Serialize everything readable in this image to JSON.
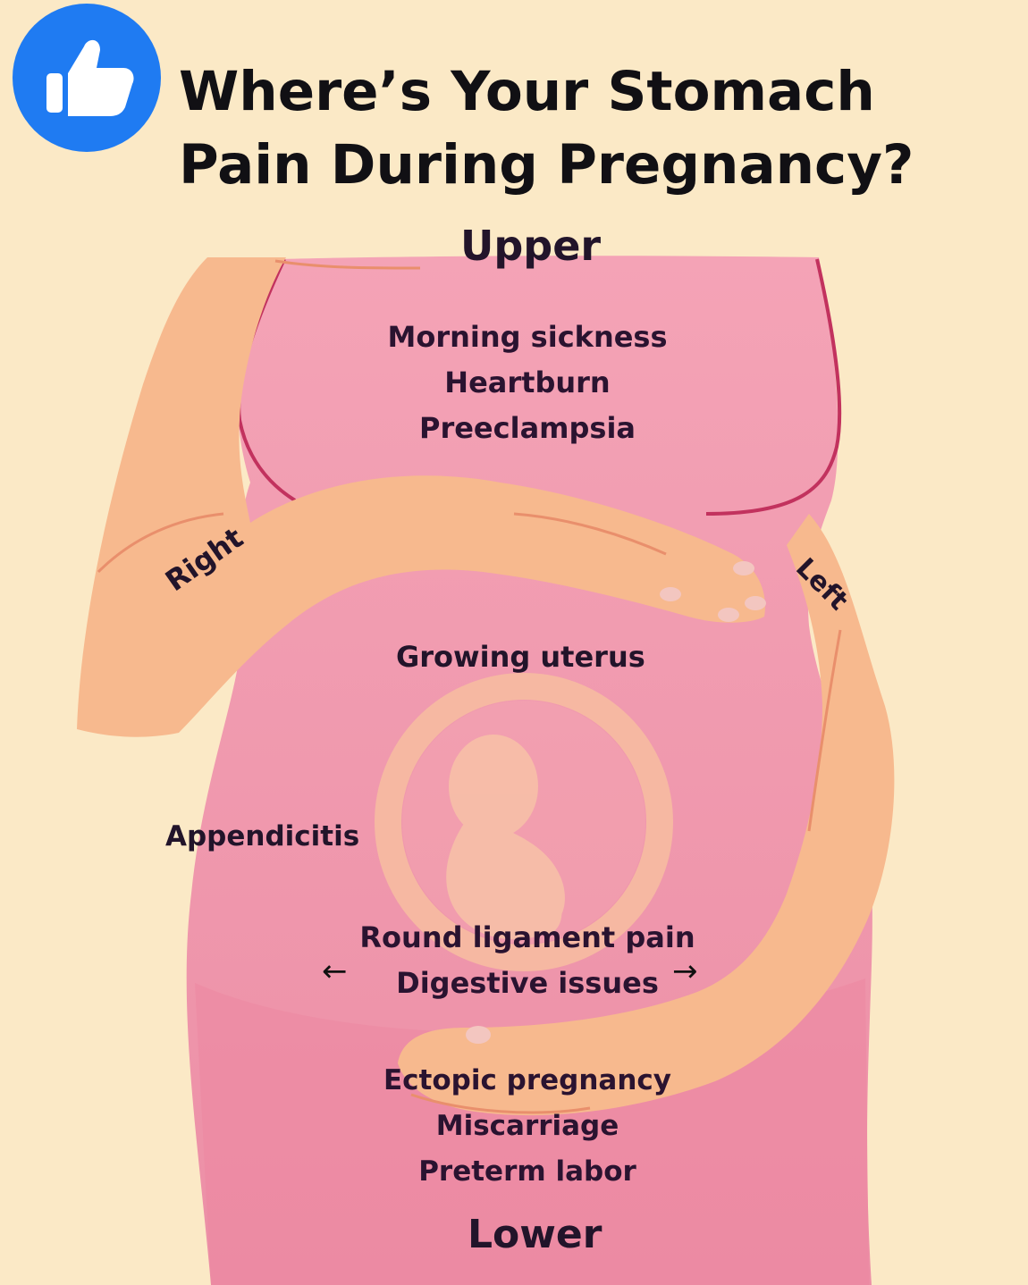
{
  "title": [
    "Where’s Your Stomach",
    "Pain During Pregnancy?"
  ],
  "icons": {
    "badge": "thumbs-up-icon",
    "fetus": "fetus-icon"
  },
  "colors": {
    "background": "#fbe9c6",
    "body": "#f29aae",
    "skin": "#f7b98e",
    "badge": "#1f7bf2"
  },
  "directions": {
    "upper": "Upper",
    "lower": "Lower",
    "right": "Right",
    "left": "Left"
  },
  "zones": {
    "upper": [
      "Morning sickness",
      "Heartburn",
      "Preeclampsia"
    ],
    "middle": "Growing uterus",
    "side": "Appendicitis",
    "lower_middle": [
      "Round ligament pain",
      "Digestive issues"
    ],
    "lower": [
      "Ectopic pregnancy",
      "Miscarriage",
      "Preterm labor"
    ]
  },
  "arrows": {
    "left": "←",
    "right": "→"
  }
}
